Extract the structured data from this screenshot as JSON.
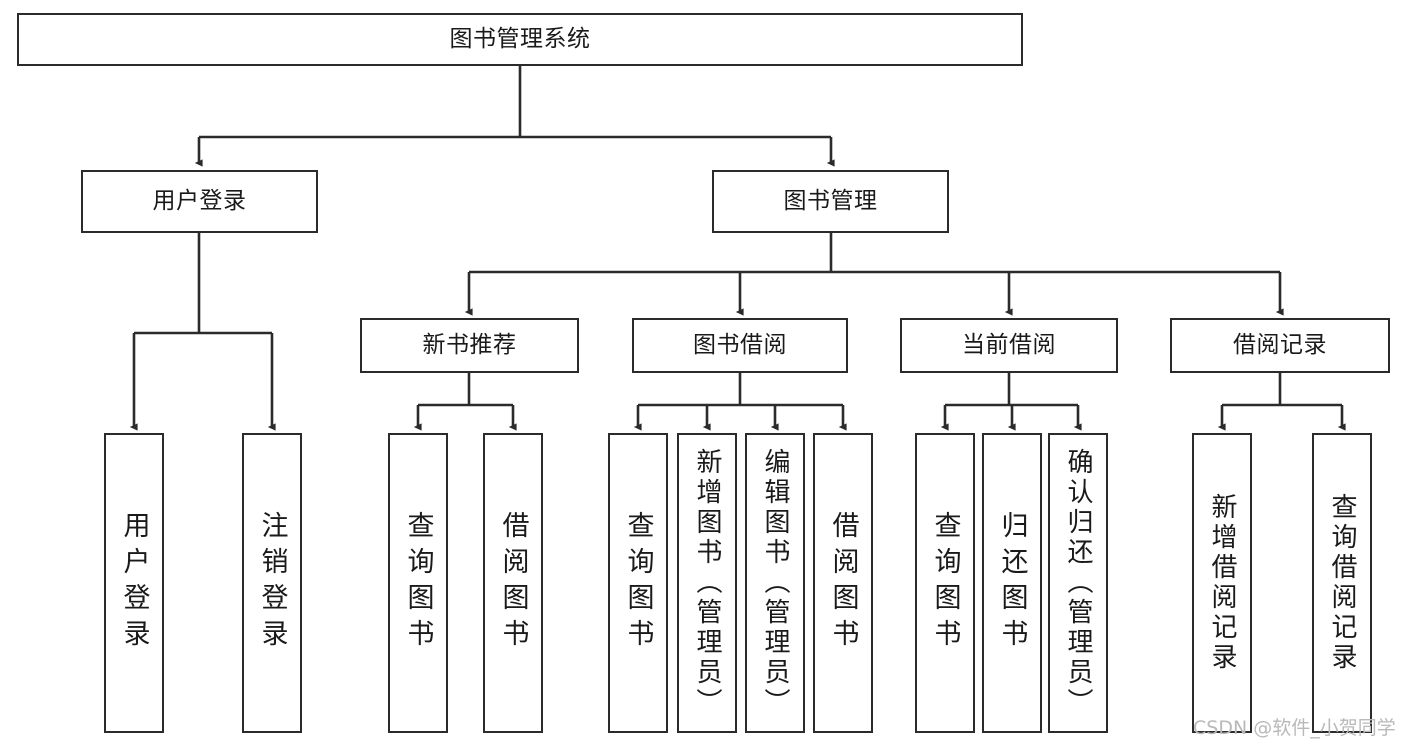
{
  "diagram": {
    "title": "图书管理系统",
    "type": "tree-hierarchy",
    "watermark": "CSDN @软件_小贺同学",
    "colors": {
      "background": "#ffffff",
      "stroke": "#2b2b2b",
      "text": "#1a1a1a",
      "watermark": "#b9b9b9"
    },
    "root": {
      "label": "图书管理系统"
    },
    "level1": [
      {
        "label": "用户登录"
      },
      {
        "label": "图书管理"
      }
    ],
    "level2": [
      {
        "label": "新书推荐"
      },
      {
        "label": "图书借阅"
      },
      {
        "label": "当前借阅"
      },
      {
        "label": "借阅记录"
      }
    ],
    "leaves": {
      "user_login": [
        {
          "label": "用户登录"
        },
        {
          "label": "注销登录"
        }
      ],
      "new_book": [
        {
          "label": "查询图书"
        },
        {
          "label": "借阅图书"
        }
      ],
      "book_borrow": [
        {
          "label": "查询图书"
        },
        {
          "label": "新增图书（管理员）"
        },
        {
          "label": "编辑图书（管理员）"
        },
        {
          "label": "借阅图书"
        }
      ],
      "current_borrow": [
        {
          "label": "查询图书"
        },
        {
          "label": "归还图书"
        },
        {
          "label": "确认归还（管理员）"
        }
      ],
      "borrow_record": [
        {
          "label": "新增借阅记录"
        },
        {
          "label": "查询借阅记录"
        }
      ]
    }
  }
}
